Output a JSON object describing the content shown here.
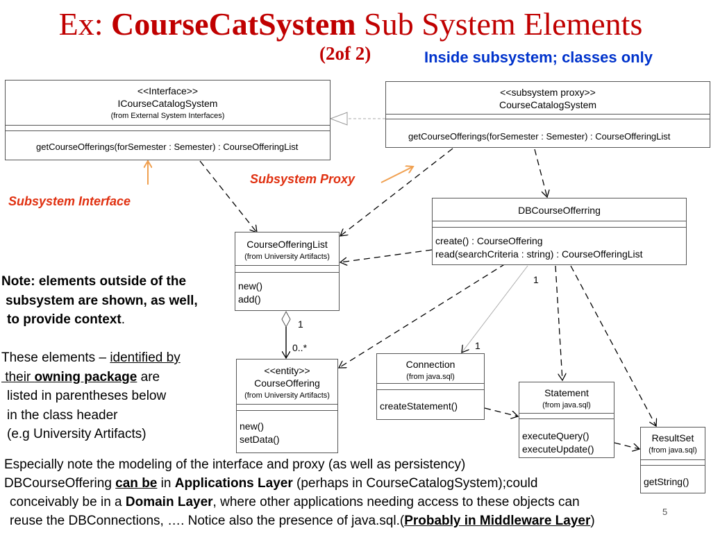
{
  "title": {
    "prefix": "Ex: ",
    "bold": "CourseCatSystem",
    "suffix": " Sub System Elements"
  },
  "subtitle": "(2of 2)",
  "annotation": "Inside subsystem;  classes only",
  "labels": {
    "subsystem_proxy": "Subsystem Proxy",
    "subsystem_interface": "Subsystem Interface"
  },
  "classes": {
    "icoursecatalog": {
      "stereotype": "<<Interface>>",
      "name": "ICourseCatalogSystem",
      "package": "(from External System Interfaces)",
      "operations": [
        "getCourseOfferings(forSemester : Semester) : CourseOfferingList"
      ]
    },
    "proxy": {
      "stereotype": "<<subsystem proxy>>",
      "name": "CourseCatalogSystem",
      "operations": [
        "getCourseOfferings(forSemester : Semester) : CourseOfferingList"
      ]
    },
    "dbcourse": {
      "name": "DBCourseOfferring",
      "operations": [
        "create() : CourseOffering",
        "read(searchCriteria : string) : CourseOfferingList"
      ]
    },
    "offeringlist": {
      "name": "CourseOfferingList",
      "package": "(from University Artifacts)",
      "operations": [
        "new()",
        "add()"
      ]
    },
    "offering": {
      "stereotype": "<<entity>>",
      "name": "CourseOffering",
      "package": "(from University Artifacts)",
      "operations": [
        "new()",
        "setData()"
      ]
    },
    "connection": {
      "name": "Connection",
      "package": "(from java.sql)",
      "operations": [
        "createStatement()"
      ]
    },
    "statement": {
      "name": "Statement",
      "package": "(from java.sql)",
      "operations": [
        "executeQuery()",
        "executeUpdate()"
      ]
    },
    "resultset": {
      "name": "ResultSet",
      "package": "(from java.sql)",
      "operations": [
        "getString()"
      ]
    }
  },
  "multiplicities": {
    "agg_top": "1",
    "agg_bottom": "0..*",
    "db_top": "1",
    "conn": "1"
  },
  "note": {
    "line1_label": "Note",
    "line1_text": ":  elements outside of the",
    "line2": " subsystem are shown, as well,",
    "line3_bold": "to provide context",
    "line3_end": "."
  },
  "elements": {
    "line1_a": "These elements – ",
    "line1_u": "identified by",
    "line2_a": " their ",
    "line2_u": "owning package",
    "line2_b": " are",
    "line3": "listed in parentheses below",
    "line4": "in the class header",
    "line5": "(e.g University Artifacts)"
  },
  "bottom": {
    "line1": "Especially note the modeling of the interface and proxy (as well as persistency)",
    "line2_a": "DBCourseOffering ",
    "line2_u": "can be",
    "line2_b": " in ",
    "line2_bold": "Applications Layer",
    "line2_c": " (perhaps in CourseCatalogSystem);could",
    "line3_a": "conceivably be in a ",
    "line3_bold": "Domain Layer",
    "line3_b": ", where other applications needing access to these objects can",
    "line4_a": "reuse the DBConnections, ….  Notice also the presence of java.sql.(",
    "line4_u": "Probably in Middleware Layer",
    "line4_b": ")"
  },
  "page_number": "5",
  "colors": {
    "title": "#c00000",
    "annotation": "#0033cc",
    "label": "#e03010",
    "arrow_orange": "#f0a050"
  }
}
